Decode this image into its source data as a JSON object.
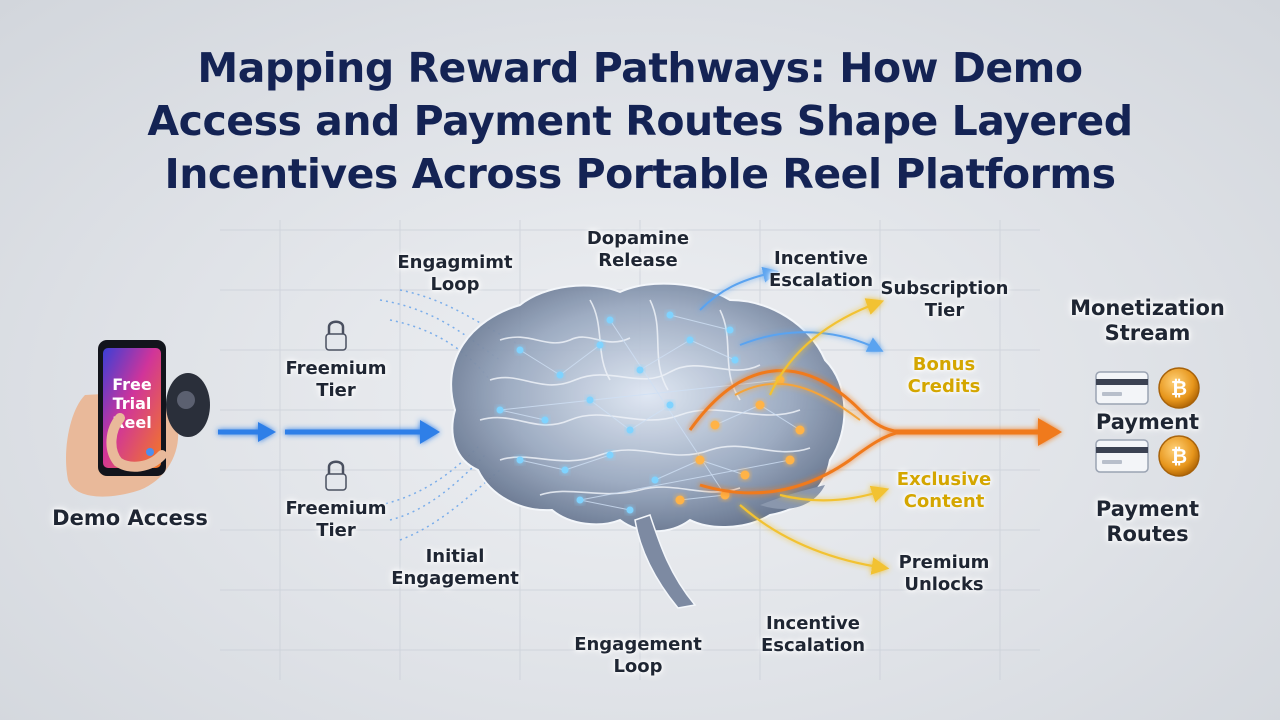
{
  "title": {
    "line1": "Mapping Reward Pathways: How Demo",
    "line2": "Access and Payment Routes Shape Layered",
    "line3": "Incentives Across Portable Reel Platforms"
  },
  "phone": {
    "screen_l1": "Free",
    "screen_l2": "Trial",
    "screen_l3": "Reel"
  },
  "labels": {
    "demo_access": "Demo Access",
    "freemium_top": {
      "l1": "Freemium",
      "l2": "Tier"
    },
    "freemium_bottom": {
      "l1": "Freemium",
      "l2": "Tier"
    },
    "engagmimt_loop": {
      "l1": "Engagmimt",
      "l2": "Loop"
    },
    "dopamine_release": {
      "l1": "Dopamine",
      "l2": "Release"
    },
    "incentive_escalation_top": {
      "l1": "Incentive",
      "l2": "Escalation"
    },
    "subscription_tier": {
      "l1": "Subscription",
      "l2": "Tier"
    },
    "bonus_credits": {
      "l1": "Bonus",
      "l2": "Credits"
    },
    "exclusive_content": {
      "l1": "Exclusive",
      "l2": "Content"
    },
    "premium_unlocks": {
      "l1": "Premium",
      "l2": "Unlocks"
    },
    "initial_engagement": {
      "l1": "Initial",
      "l2": "Engagement"
    },
    "engagement_loop_bottom": {
      "l1": "Engagement",
      "l2": "Loop"
    },
    "incentive_escalation_bottom": {
      "l1": "Incentive",
      "l2": "Escalation"
    },
    "monetization_stream": {
      "l1": "Monetization",
      "l2": "Stream"
    },
    "payment": "Payment",
    "payment_routes": {
      "l1": "Payment",
      "l2": "Routes"
    }
  },
  "icons": {
    "coin": "bitcoin-coin-icon",
    "card": "credit-card-icon",
    "lock": "padlock-icon",
    "brain": "brain-network-icon",
    "phone": "smartphone-icon"
  },
  "colors": {
    "title": "#142354",
    "blue_flow": "#2f7fe8",
    "orange_flow": "#f07a1c",
    "gold_flow": "#f2c230",
    "gold_text": "#d4a600"
  }
}
